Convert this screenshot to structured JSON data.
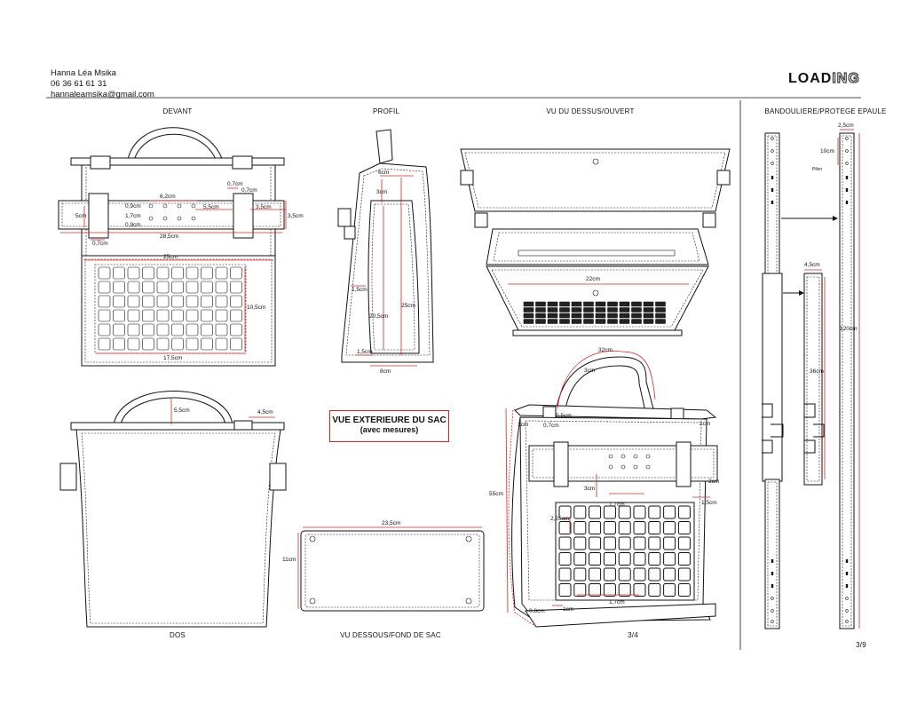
{
  "header": {
    "name": "Hanna Léa Msika",
    "phone": "06 36 61 61 31",
    "email": "hannaleamsika@gmail.com",
    "logo_part1": "LOAD",
    "logo_part2": "ING"
  },
  "views": {
    "devant": "DEVANT",
    "profil": "PROFIL",
    "dessus": "VU DU DESSUS/OUVERT",
    "bandouliere": "BANDOULIERE/PROTEGE EPAULE",
    "dos": "DOS",
    "dessous": "VU DESSOUS/FOND DE SAC",
    "exterieure_title": "VUE EXTERIEURE DU SAC",
    "exterieure_sub": "(avec mesures)",
    "page_view": "3/4",
    "page_number": "3/9"
  },
  "measures": {
    "devant": {
      "m1": "6,2cm",
      "m2": "0,7cm",
      "m3": "0,7cm",
      "m4": "0,9cm",
      "m5": "1,7cm",
      "m6": "0,9cm",
      "m7": "5,5cm",
      "m8": "3,5cm",
      "m9": "5cm",
      "m10": "3,5cm",
      "m11": "0,7cm",
      "m12": "28,5cm",
      "m13": "25cm",
      "m14": "10,5cm",
      "m15": "17,5cm"
    },
    "profil": {
      "m1": "6cm",
      "m2": "3cm",
      "m3": "1,5cm",
      "m4": "20,5cm",
      "m5": "25cm",
      "m6": "1,5cm",
      "m7": "8cm"
    },
    "dessus": {
      "m1": "22cm"
    },
    "strap": {
      "m1": "2,5cm",
      "m2": "10cm",
      "m3": "Pilon",
      "m4": "4,5cm",
      "m5": "120cm",
      "m6": "36cm"
    },
    "dos": {
      "m1": "5,5cm",
      "m2": "4,5cm"
    },
    "dessous": {
      "m1": "23,5cm",
      "m2": "11cm"
    },
    "ext": {
      "m1": "32cm",
      "m2": "3cm",
      "m3": "0,5cm",
      "m4": "0,7cm",
      "m5": "2cm",
      "m6": "1cm",
      "m7": "55cm",
      "m8": "2cm",
      "m9": "3cm",
      "m10": "1,5cm",
      "m11": "1,7cm",
      "m12": "2,25cm",
      "m13": "1,7cm",
      "m14": "1cm",
      "m15": "0,8cm"
    }
  }
}
